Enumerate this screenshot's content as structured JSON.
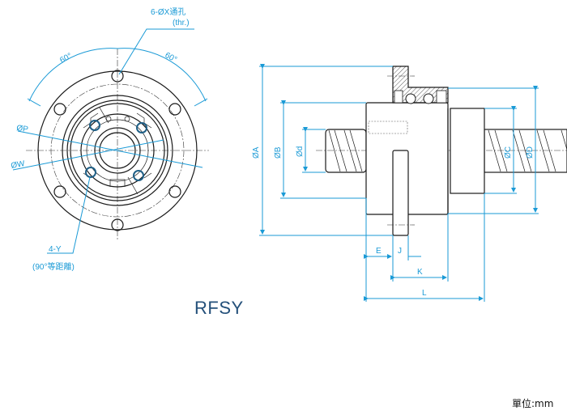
{
  "drawing": {
    "model_label": "RFSY",
    "unit_label": "單位:mm",
    "accent_color": "#1a9ad6",
    "front_view": {
      "hole_callout_line1": "6-ØX通孔",
      "hole_callout_line2": "(thr.)",
      "angle_left": "60°",
      "angle_right": "60°",
      "dia_p": "ØP",
      "dia_w": "ØW",
      "tap_callout_line1": "4-Y",
      "tap_callout_line2": "(90°等距離)"
    },
    "side_view": {
      "dia_a": "ØA",
      "dia_b": "ØB",
      "dia_d_small": "Ød",
      "dia_c": "ØC",
      "dia_d": "ØD",
      "len_e": "E",
      "len_j": "J",
      "len_k": "K",
      "len_l": "L"
    }
  }
}
